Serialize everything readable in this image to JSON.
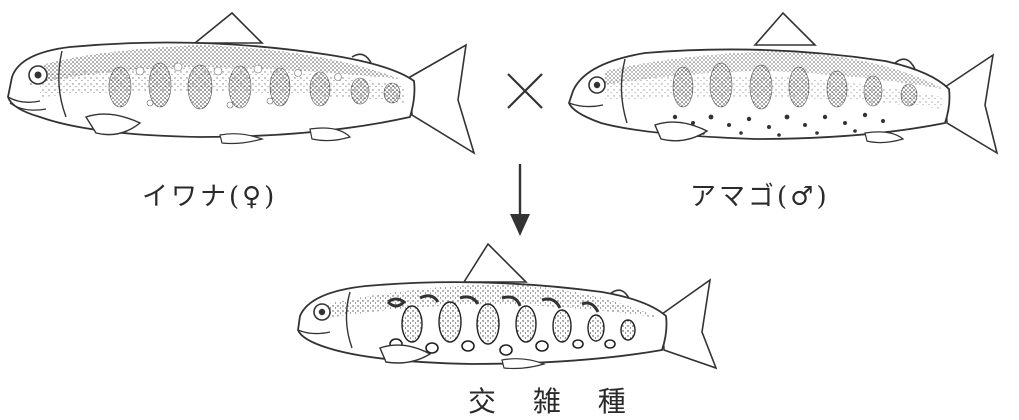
{
  "parents": {
    "female": {
      "name": "イワナ",
      "sex_symbol": "(♀)",
      "label": "イワナ(♀)"
    },
    "male": {
      "name": "アマゴ",
      "sex_symbol": "(♂)",
      "label": "アマゴ(♂)"
    }
  },
  "cross_symbol": "×",
  "offspring": {
    "label": "交 雑 種"
  },
  "colors": {
    "ink": "#333333",
    "background": "#ffffff"
  }
}
